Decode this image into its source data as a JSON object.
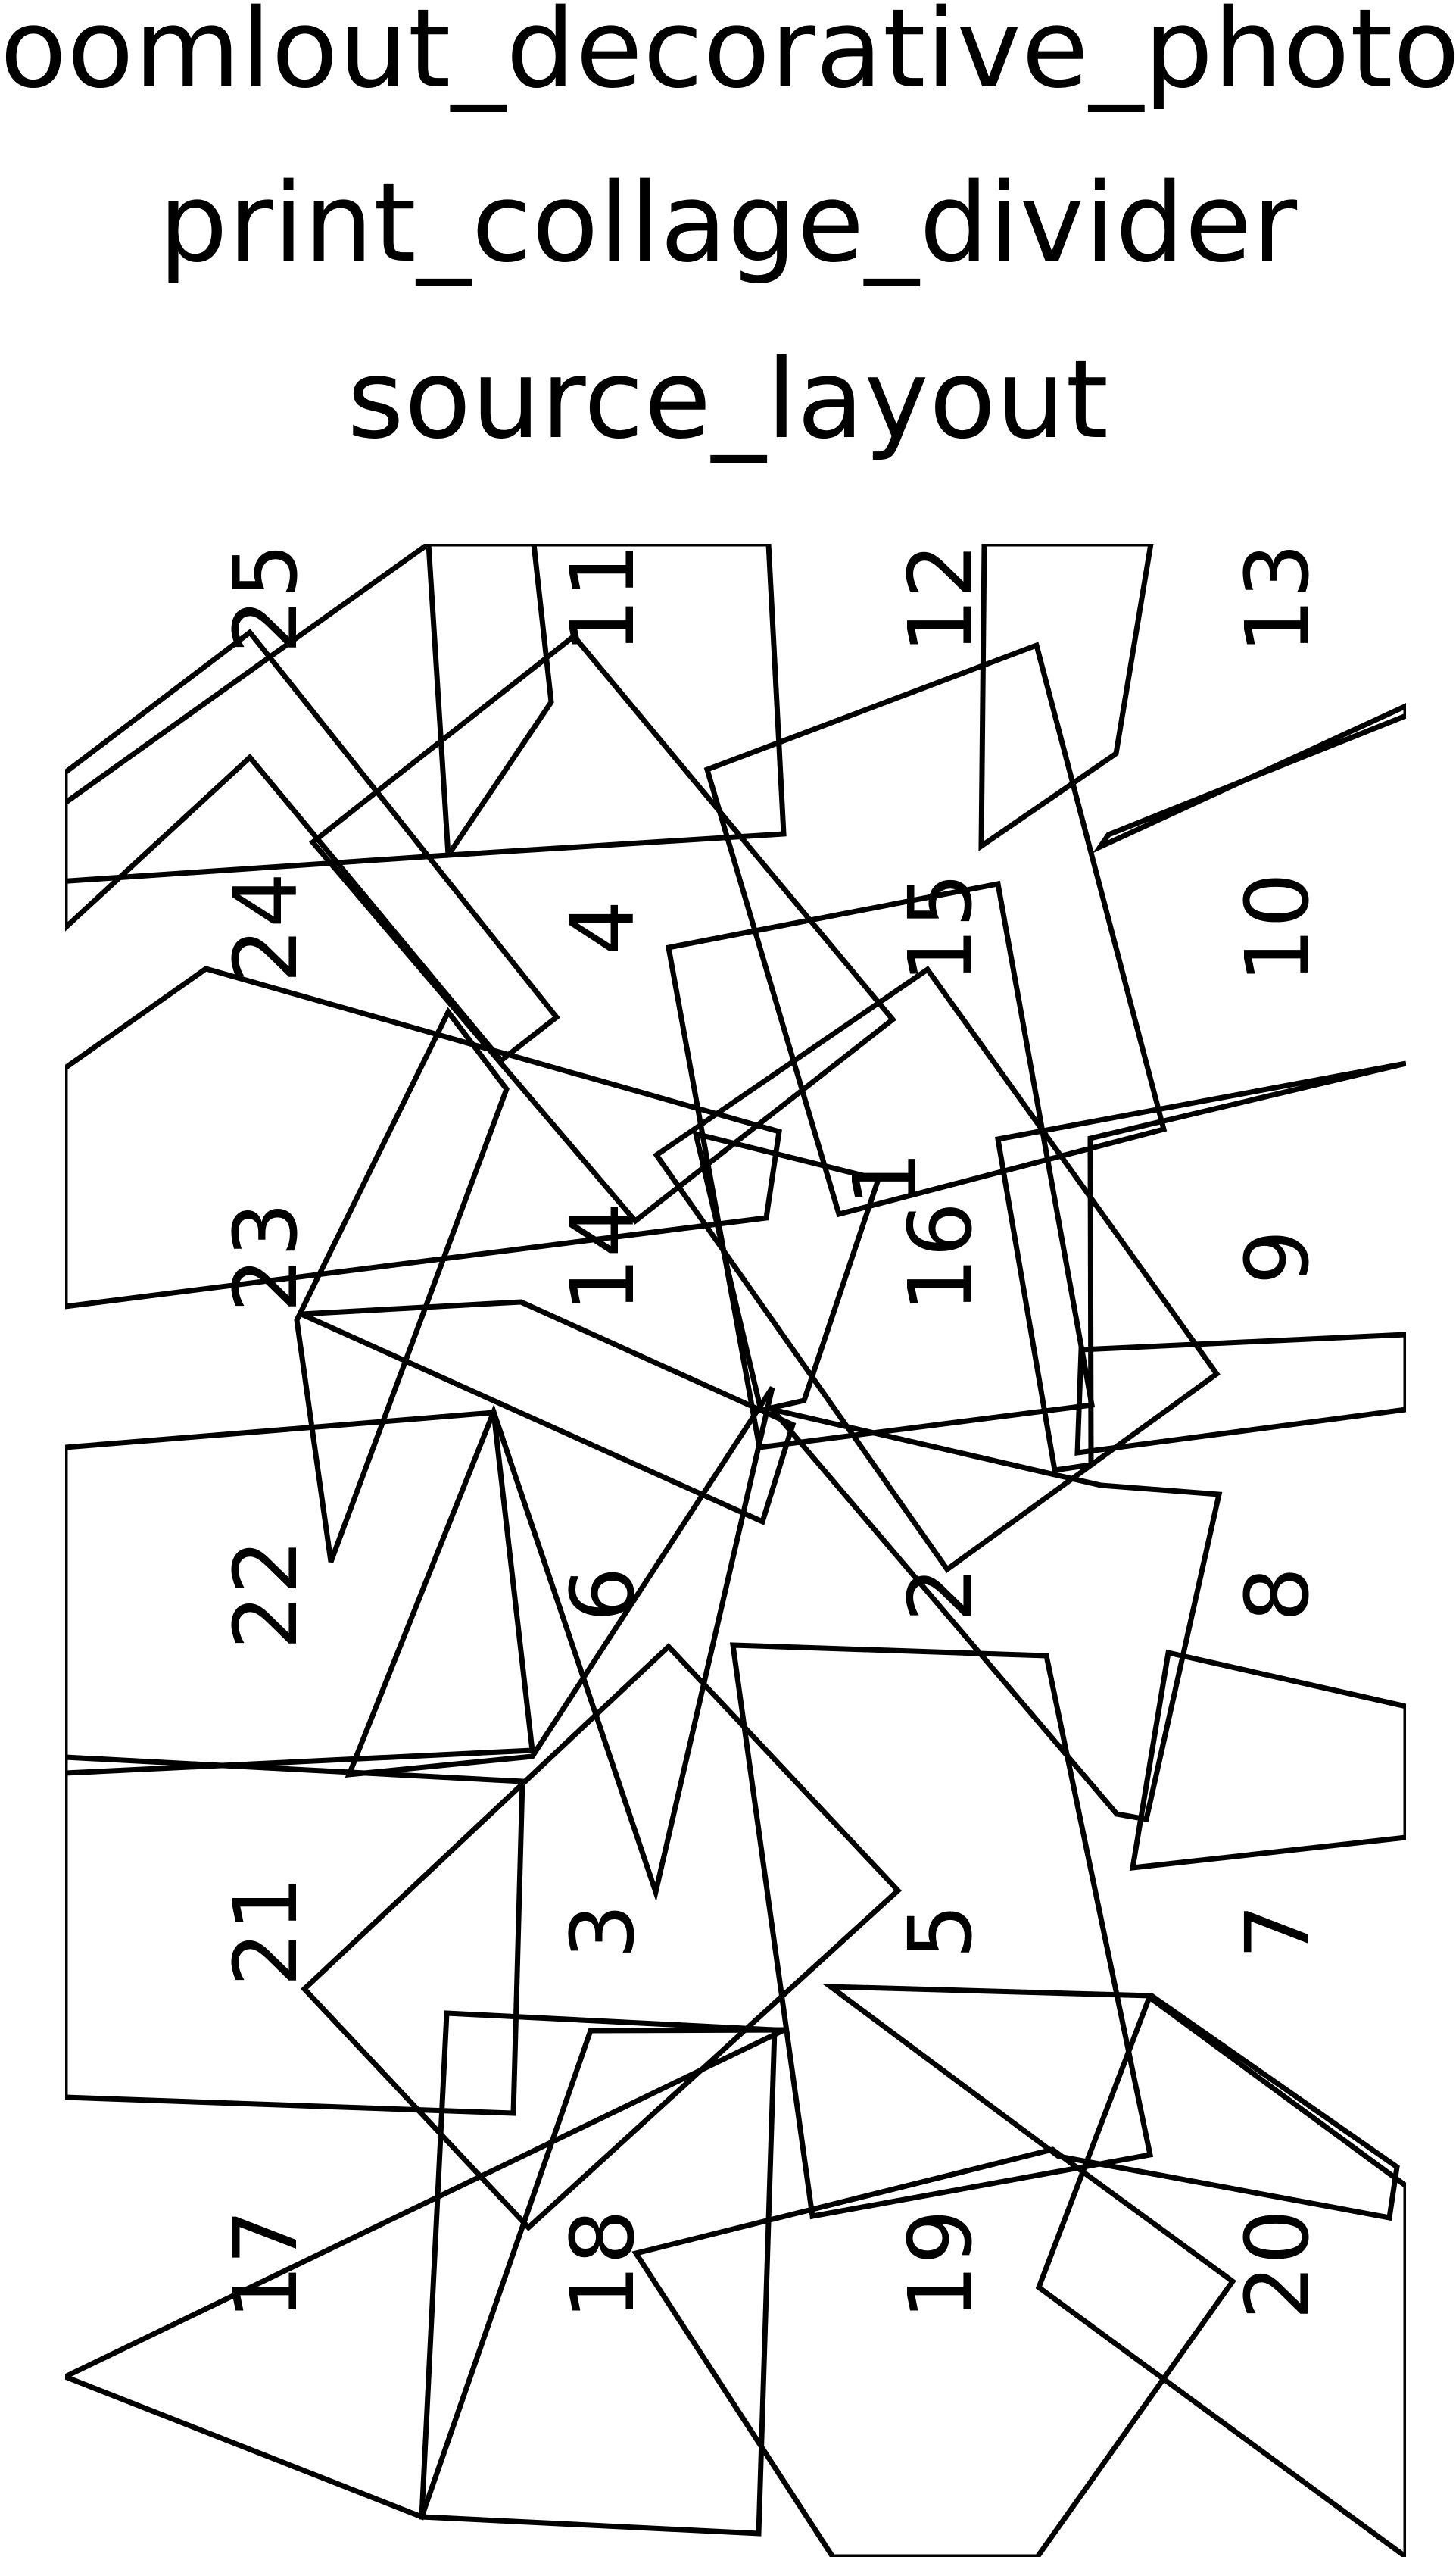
{
  "title": {
    "lines": [
      "oomlout_decorative_photo",
      "print_collage_divider",
      "source_layout"
    ]
  },
  "layout": {
    "stroke_color": "#000000",
    "background_color": "#ffffff",
    "piece_labels": [
      "25",
      "11",
      "12",
      "13",
      "24",
      "4",
      "15",
      "10",
      "23",
      "14",
      "16",
      "9",
      "22",
      "6",
      "2",
      "8",
      "21",
      "3",
      "5",
      "7",
      "17",
      "18",
      "19",
      "20",
      "1"
    ]
  }
}
